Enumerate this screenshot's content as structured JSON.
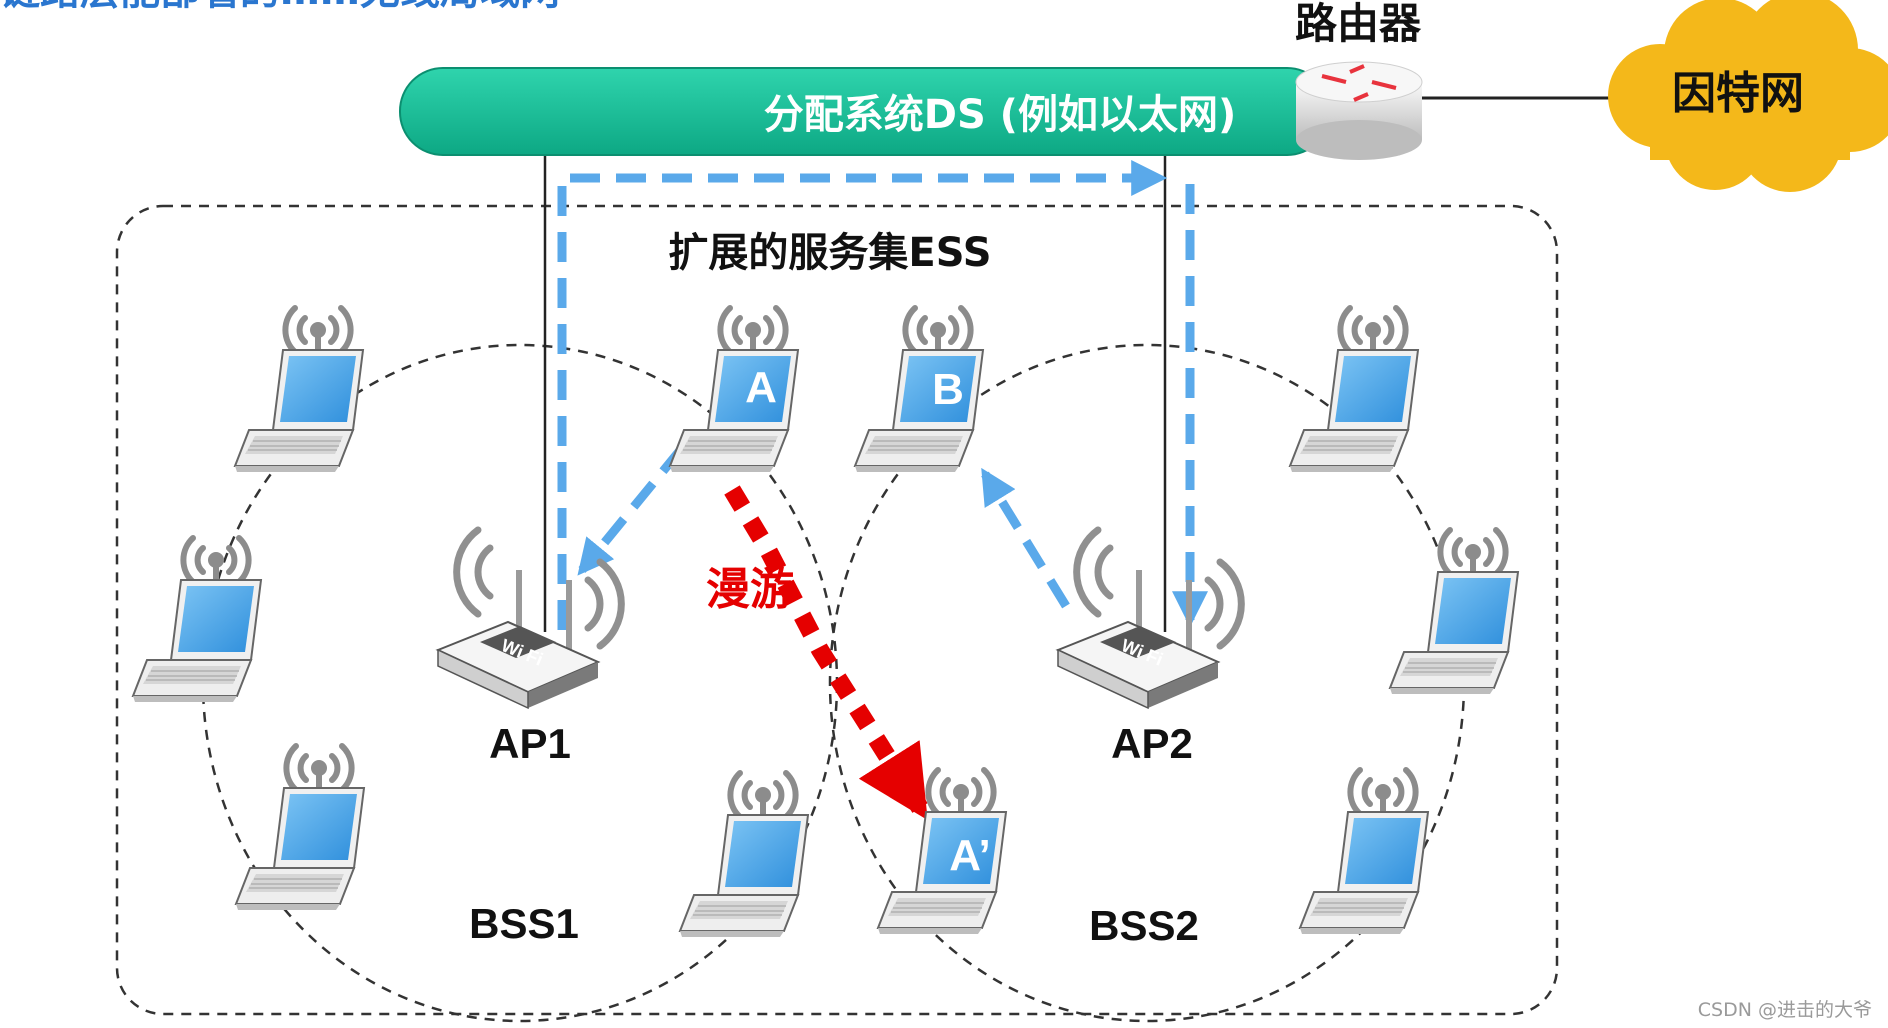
{
  "top_cut_text": "链路层能部署的……无线局域网",
  "ds_label": "分配系统DS (例如以太网)",
  "router_label": "路由器",
  "internet_label": "因特网",
  "ess_label": "扩展的服务集ESS",
  "ap1_label": "AP1",
  "ap2_label": "AP2",
  "bss1_label": "BSS1",
  "bss2_label": "BSS2",
  "roam_label": "漫游",
  "station_a": "A",
  "station_b": "B",
  "station_a_prime": "A’",
  "watermark": "CSDN @进击的大爷",
  "colors": {
    "ds_bar": "#12b994",
    "internet_cloud": "#f4b81a",
    "title_blue": "#2a76cf",
    "arrow_blue": "#5aa9ea",
    "roam_red": "#e50000",
    "laptop_screen": "#4da6e8"
  }
}
